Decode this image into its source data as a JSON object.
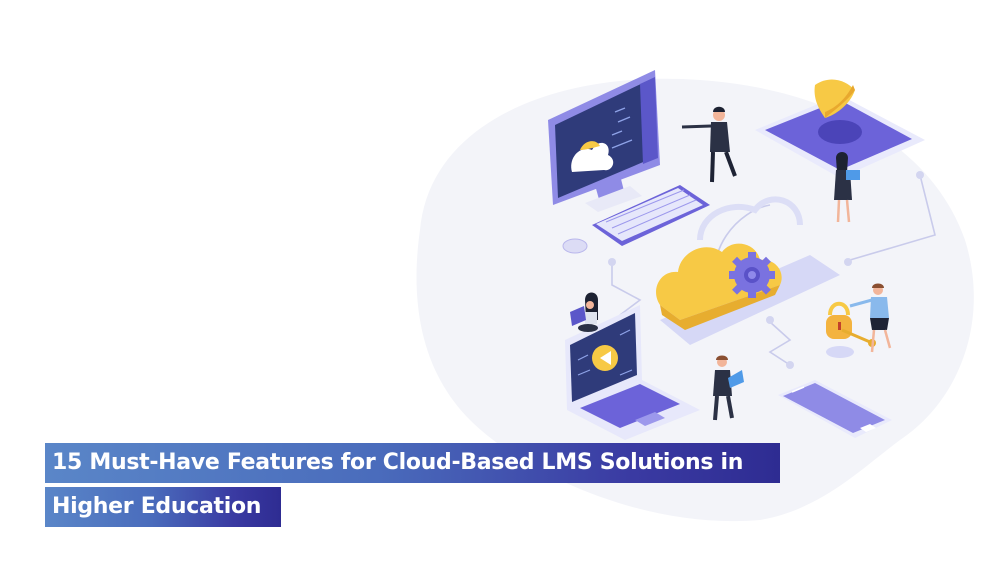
{
  "banner": {
    "title_lines": [
      "15 Must-Have Features for Cloud-Based LMS Solutions in",
      "Higher Education"
    ],
    "title_gradient": [
      "#5a86c8",
      "#2e2c92"
    ],
    "title_text_color": "#ffffff"
  },
  "illustration": {
    "theme": "cloud-based learning management system",
    "elements": [
      "desktop-monitor",
      "keyboard",
      "mouse",
      "businessman-pointing",
      "tablet-with-shield",
      "woman-with-laptop",
      "cloud-with-gear",
      "laptop-with-play-button",
      "woman-sitting-on-laptop",
      "man-holding-laptop",
      "boy-with-padlock-and-key",
      "smartphone"
    ],
    "colors": {
      "primary_purple": "#6c63d9",
      "light_purple": "#9c98ec",
      "navy_screen": "#2e3a78",
      "cloud_yellow": "#f7c945",
      "background_blob": "#f2f3f8"
    }
  }
}
